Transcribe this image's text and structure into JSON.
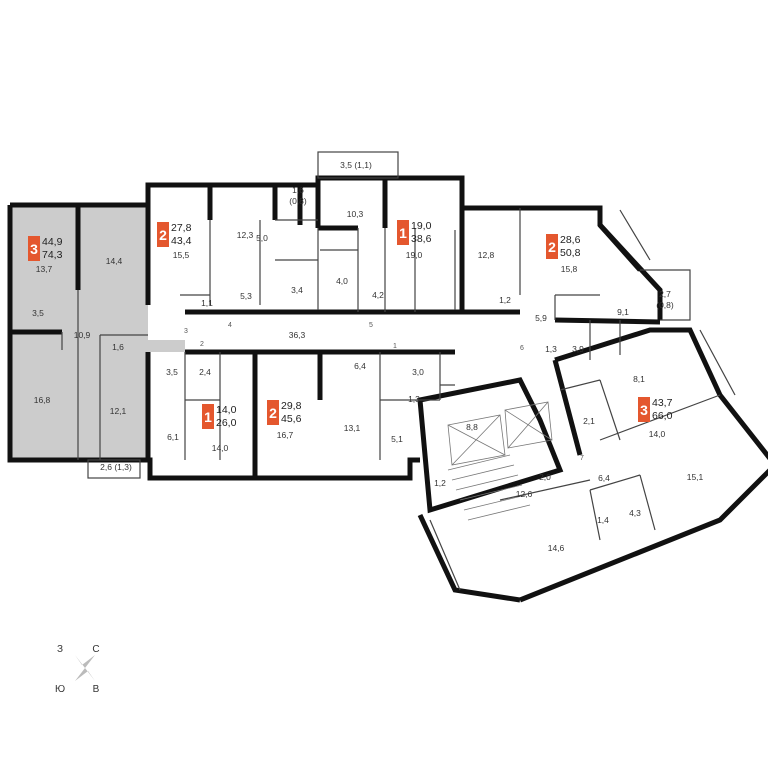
{
  "accent_color": "#e4572e",
  "highlight_color": "#cccccc",
  "apartments": [
    {
      "rooms": "3",
      "total": "44,9",
      "living": "74,3",
      "highlighted": true
    },
    {
      "rooms": "2",
      "total": "27,8",
      "living": "43,4",
      "highlighted": false
    },
    {
      "rooms": "1",
      "total": "19,0",
      "living": "38,6",
      "highlighted": false
    },
    {
      "rooms": "2",
      "total": "28,6",
      "living": "50,8",
      "highlighted": false
    },
    {
      "rooms": "1",
      "total": "14,0",
      "living": "26,0",
      "highlighted": false
    },
    {
      "rooms": "2",
      "total": "29,8",
      "living": "45,6",
      "highlighted": false
    },
    {
      "rooms": "3",
      "total": "43,7",
      "living": "66,0",
      "highlighted": false
    }
  ],
  "room_areas": [
    "13,7",
    "14,4",
    "3,5",
    "10,9",
    "1,6",
    "16,8",
    "12,1",
    "2,6 (1,3)",
    "15,5",
    "12,3",
    "5,0",
    "1,6",
    "(0,8)",
    "1,1",
    "5,3",
    "3,4",
    "3,5 (1,1)",
    "10,3",
    "4,0",
    "4,2",
    "19,0",
    "12,8",
    "15,8",
    "1,2",
    "5,9",
    "9,1",
    "2,7",
    "(0,8)",
    "1,3",
    "3,9",
    "36,3",
    "3,5",
    "2,4",
    "6,1",
    "14,0",
    "16,7",
    "6,4",
    "13,1",
    "3,0",
    "1,3",
    "5,1",
    "8,8",
    "1,2",
    "2,0",
    "12,6",
    "8,1",
    "2,1",
    "14,0",
    "15,1",
    "6,4",
    "1,4",
    "4,3",
    "14,6"
  ],
  "door_numbers": [
    "3",
    "4",
    "5",
    "2",
    "1",
    "6",
    "7"
  ],
  "compass": {
    "west": "З",
    "north": "С",
    "south": "Ю",
    "east": "В"
  }
}
